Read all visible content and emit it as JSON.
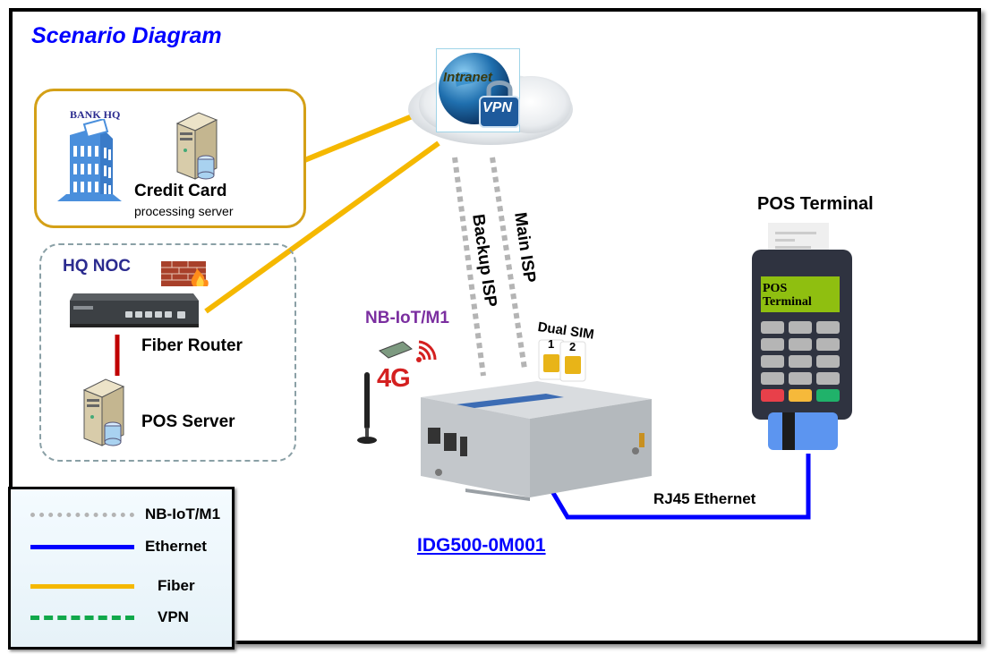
{
  "title": "Scenario Diagram",
  "bank_hq": {
    "building_label": "BANK HQ",
    "server_title": "Credit Card",
    "server_subtitle": "processing server"
  },
  "hq_noc": {
    "label": "HQ NOC",
    "router_label": "Fiber Router",
    "server_label": "POS Server"
  },
  "cloud": {
    "label_top": "Intranet",
    "label_lock": "VPN"
  },
  "links": {
    "backup": "Backup ISP",
    "main": "Main ISP",
    "ethernet": "RJ45 Ethernet"
  },
  "gateway": {
    "module_label": "NB-IoT/M1",
    "network_badge": "4G",
    "sim_label": "Dual SIM",
    "sim_1": "1",
    "sim_2": "2",
    "model": "IDG500-0M001"
  },
  "pos_terminal": {
    "label": "POS Terminal",
    "screen_line1": "POS",
    "screen_line2": "Terminal"
  },
  "legend": {
    "items": [
      {
        "label": "NB-IoT/M1",
        "color": "#b4b4b4",
        "style": "dotted"
      },
      {
        "label": "Ethernet",
        "color": "#0000ff",
        "style": "solid"
      },
      {
        "label": "Fiber",
        "color": "#f5b800",
        "style": "solid"
      },
      {
        "label": "VPN",
        "color": "#10a84a",
        "style": "dashed"
      }
    ]
  },
  "colors": {
    "title": "#0000ff",
    "fiber": "#f5b800",
    "ethernet": "#0000ff",
    "nbiot": "#b4b4b4",
    "vpn": "#10a84a",
    "noc_label": "#2b2b8f",
    "module_label": "#7b2fa0",
    "link_red": "#c00000"
  }
}
